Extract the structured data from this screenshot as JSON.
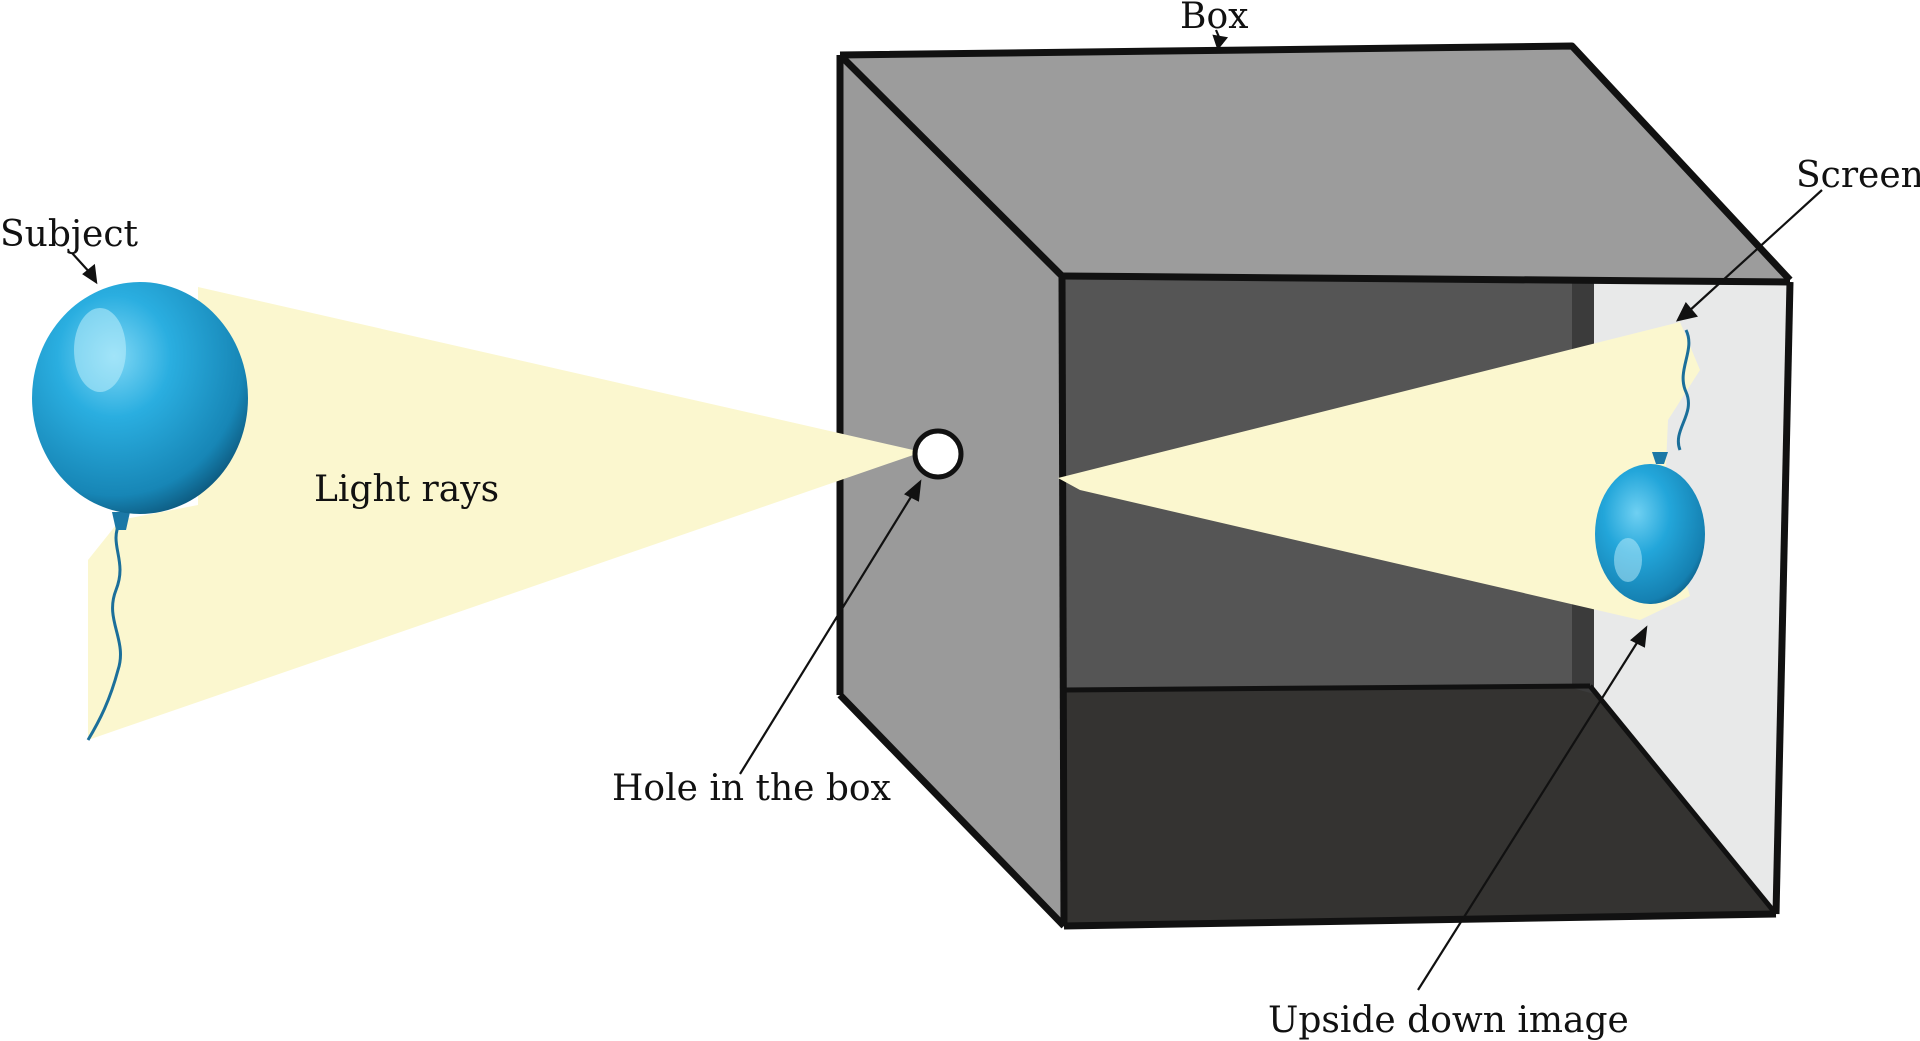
{
  "diagram": {
    "title": "",
    "labels": {
      "box": "Box",
      "screen": "Screen",
      "subject": "Subject",
      "light_rays": "Light rays",
      "hole": "Hole in the box",
      "upside_down_image": "Upside down image"
    },
    "icons": {
      "subject": "balloon-icon",
      "image": "inverted-balloon-icon"
    },
    "colors": {
      "box_side": "#9a9a9a",
      "box_top": "#9c9c9c",
      "box_interior_back": "#555555",
      "box_interior_floor": "#343331",
      "screen": "#e8e9e9",
      "light_beam": "#fbf7cf",
      "balloon": "#22a6d9",
      "balloon_dark": "#0f5f86",
      "outline": "#111111"
    }
  }
}
